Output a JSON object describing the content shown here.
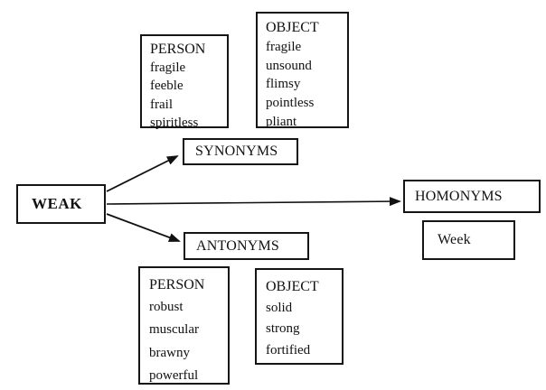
{
  "diagram": {
    "root": {
      "label": "WEAK"
    },
    "relations": {
      "synonyms": {
        "label": "SYNONYMS"
      },
      "homonyms": {
        "label": "HOMONYMS",
        "example": "Week"
      },
      "antonyms": {
        "label": "ANTONYMS"
      }
    },
    "synonym_person": {
      "header": "PERSON",
      "words": [
        "fragile",
        "feeble",
        "frail",
        "spiritless"
      ]
    },
    "synonym_object": {
      "header": "OBJECT",
      "words": [
        "fragile",
        "unsound",
        "flimsy",
        "pointless",
        "pliant"
      ]
    },
    "antonym_person": {
      "header": "PERSON",
      "words": [
        "robust",
        "muscular",
        "brawny",
        "powerful"
      ]
    },
    "antonym_object": {
      "header": "OBJECT",
      "words": [
        "solid",
        "strong",
        "fortified"
      ]
    },
    "edges": [
      {
        "from": "WEAK",
        "to": "SYNONYMS"
      },
      {
        "from": "WEAK",
        "to": "HOMONYMS"
      },
      {
        "from": "WEAK",
        "to": "ANTONYMS"
      }
    ]
  },
  "colors": {
    "ink": "#111111",
    "background": "#ffffff"
  }
}
